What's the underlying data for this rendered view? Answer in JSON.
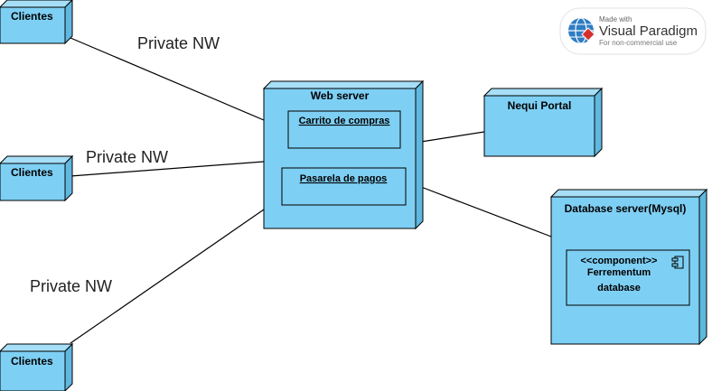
{
  "diagram": {
    "nodes": {
      "client_1": "Clientes",
      "client_2": "Clientes",
      "client_3": "Clientes",
      "web_server": "Web server",
      "nequi": "Nequi Portal",
      "db_server": "Database server(Mysql)"
    },
    "artifacts": {
      "carrito": "Carrito de compras",
      "pasarela": "Pasarela de pagos"
    },
    "component": {
      "stereotype": "<<component>>",
      "name_line1": "Ferrementum",
      "name_line2": "database"
    },
    "edge_labels": {
      "top": "Private NW",
      "middle": "Private NW",
      "bottom": "Private NW"
    }
  },
  "watermark": {
    "made_with": "Made with",
    "brand": "Visual Paradigm",
    "subtitle": "For non-commercial use"
  },
  "colors": {
    "node_fill": "#7ecff4",
    "node_side": "#5fb8df",
    "stroke": "#000000"
  }
}
